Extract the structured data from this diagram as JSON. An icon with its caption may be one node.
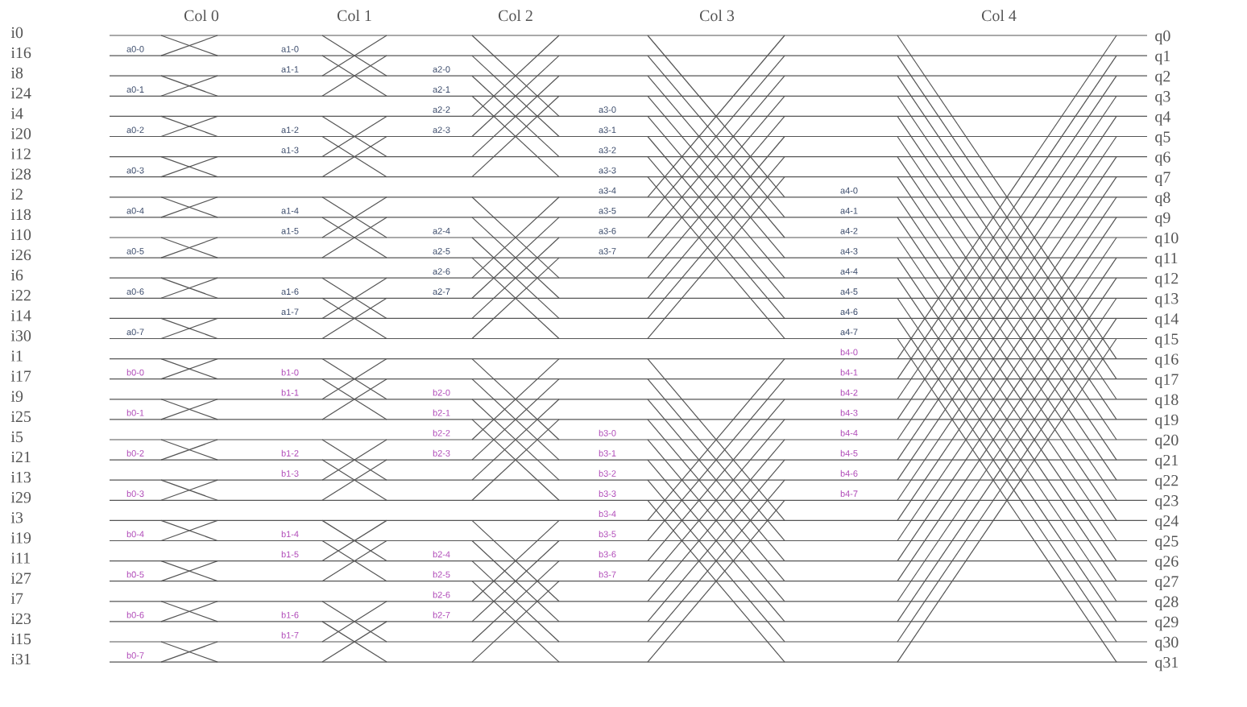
{
  "diagram": {
    "labels": [
      "Col 0",
      "Col 1",
      "Col 2",
      "Col 3",
      "Col 4",
      "i0",
      "i16",
      "i8",
      "i24",
      "i4",
      "i20",
      "i12",
      "i28",
      "i2",
      "i18",
      "i10",
      "i26",
      "i6",
      "i22",
      "i14",
      "i30",
      "i1",
      "i17",
      "i9",
      "i25",
      "i5",
      "i21",
      "i13",
      "i29",
      "i3",
      "i19",
      "i11",
      "i27",
      "i7",
      "i23",
      "i15",
      "i31",
      "q0",
      "q1",
      "q2",
      "q3",
      "q4",
      "q5",
      "q6",
      "q7",
      "q8",
      "q9",
      "q10",
      "q11",
      "q12",
      "q13",
      "q14",
      "q15",
      "q16",
      "q17",
      "q18",
      "q19",
      "q20",
      "q21",
      "q22",
      "q23",
      "q24",
      "q25",
      "q26",
      "q27",
      "q28",
      "q29",
      "q30",
      "q31",
      "a0-0",
      "a0-1",
      "a0-2",
      "a0-3",
      "a0-4",
      "a0-5",
      "a0-6",
      "a0-7",
      "b0-0",
      "b0-1",
      "b0-2",
      "b0-3",
      "b0-4",
      "b0-5",
      "b0-6",
      "b0-7",
      "a1-0",
      "a1-1",
      "a1-2",
      "a1-3",
      "a1-4",
      "a1-5",
      "a1-6",
      "a1-7",
      "b1-0",
      "b1-1",
      "b1-2",
      "b1-3",
      "b1-4",
      "b1-5",
      "b1-6",
      "b1-7",
      "a2-0",
      "a2-1",
      "a2-2",
      "a2-3",
      "a2-4",
      "a2-5",
      "a2-6",
      "a2-7",
      "b2-0",
      "b2-1",
      "b2-2",
      "b2-3",
      "b2-4",
      "b2-5",
      "b2-6",
      "b2-7",
      "a3-0",
      "a3-1",
      "a3-2",
      "a3-3",
      "a3-4",
      "a3-5",
      "a3-6",
      "a3-7",
      "b3-0",
      "b3-1",
      "b3-2",
      "b3-3",
      "b3-4",
      "b3-5",
      "b3-6",
      "b3-7",
      "a4-0",
      "a4-1",
      "a4-2",
      "a4-3",
      "a4-4",
      "a4-5",
      "a4-6",
      "a4-7",
      "b4-0",
      "b4-1",
      "b4-2",
      "b4-3",
      "b4-4",
      "b4-5",
      "b4-6",
      "b4-7"
    ]
  }
}
